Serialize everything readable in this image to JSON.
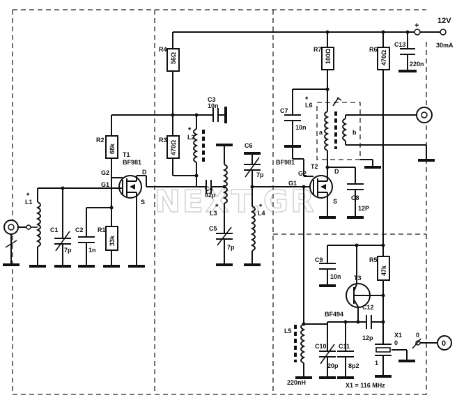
{
  "supply": {
    "voltage": "12V",
    "current": "30mA",
    "plus": "+"
  },
  "watermark": "NEXT.GR",
  "transistors": {
    "t1": {
      "name": "T1",
      "type": "BF981",
      "g1": "G1",
      "g2": "G2",
      "d": "D",
      "s": "S"
    },
    "t2": {
      "name": "T2",
      "type": "BF981",
      "g1": "G1",
      "g2": "G2",
      "d": "D",
      "s": "S"
    },
    "t3": {
      "name": "T3",
      "type": "BF494"
    }
  },
  "resistors": {
    "r1": {
      "name": "R1",
      "value": "33k"
    },
    "r2": {
      "name": "R2",
      "value": "68k"
    },
    "r3": {
      "name": "R3",
      "value": "470Ω"
    },
    "r4": {
      "name": "R4",
      "value": "56Ω"
    },
    "r5": {
      "name": "R5",
      "value": "47k"
    },
    "r6": {
      "name": "R6",
      "value": "470Ω"
    },
    "r7": {
      "name": "R7",
      "value": "100Ω"
    }
  },
  "capacitors": {
    "c1": {
      "name": "C1",
      "value": "7p"
    },
    "c2": {
      "name": "C2",
      "value": "1n"
    },
    "c3": {
      "name": "C3",
      "value": "10n"
    },
    "c4": {
      "name": "C4",
      "value": "82p"
    },
    "c5": {
      "name": "C5",
      "value": "7p"
    },
    "c6": {
      "name": "C6",
      "value": "7p"
    },
    "c7": {
      "name": "C7",
      "value": "10n"
    },
    "c8": {
      "name": "C8",
      "value": "12P"
    },
    "c9": {
      "name": "C9",
      "value": "10n"
    },
    "c10": {
      "name": "C10",
      "value": "20p"
    },
    "c11": {
      "name": "C11",
      "value": "8p2"
    },
    "c12": {
      "name": "C12",
      "value": "12p"
    },
    "c13": {
      "name": "C13",
      "value": "220n"
    }
  },
  "inductors": {
    "l1": {
      "name": "L1",
      "mark": "*"
    },
    "l2": {
      "name": "L2",
      "mark": "*"
    },
    "l3": {
      "name": "L3",
      "mark": "*"
    },
    "l4": {
      "name": "L4",
      "mark": "*"
    },
    "l5": {
      "name": "L5",
      "value": "220nH"
    },
    "l6": {
      "name": "L6",
      "mark": "*",
      "winding_a": "a",
      "winding_b": "b"
    }
  },
  "crystal": {
    "name": "X1",
    "pin0": "0",
    "pin1": "1",
    "note": "X1 = 116 MHz"
  },
  "output": {
    "pin": "0"
  }
}
